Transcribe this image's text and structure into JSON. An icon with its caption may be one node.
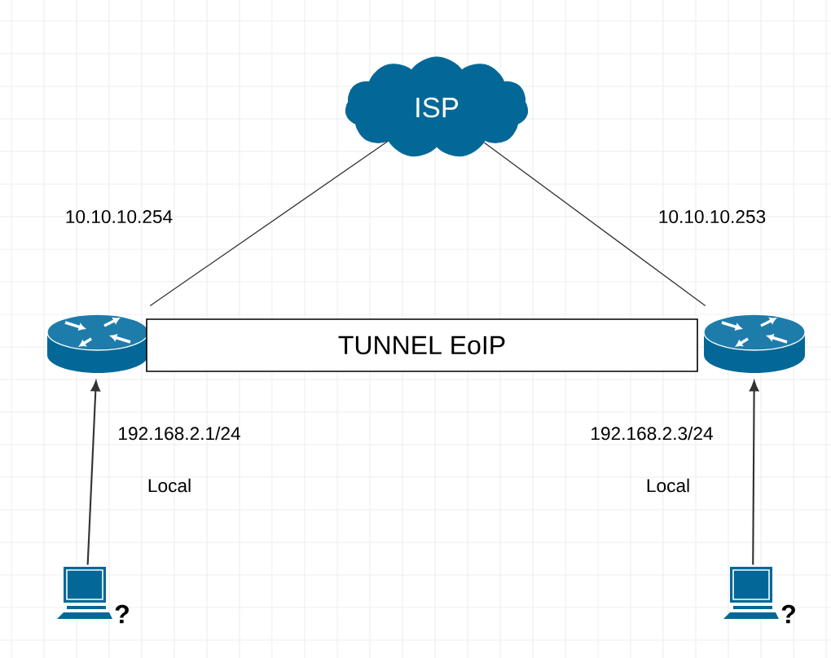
{
  "diagram": {
    "nodes": [
      {
        "text": [
          "ISP"
        ]
      },
      {
        "text": [],
        "shape": "router"
      },
      {
        "text": [
          "TUNNEL EoIP"
        ]
      },
      {
        "text": [],
        "shape": "router"
      },
      {
        "text": [],
        "shape": "computer",
        "beside": [
          "?"
        ]
      },
      {
        "text": [],
        "shape": "computer",
        "beside": [
          "?"
        ]
      }
    ],
    "edges": [
      {
        "from": 0,
        "to": 1,
        "arrow": "none"
      },
      {
        "from": 0,
        "to": 3,
        "arrow": "none"
      },
      {
        "from": 4,
        "to": 1,
        "arrow": "to"
      },
      {
        "from": 5,
        "to": 3,
        "arrow": "to"
      }
    ],
    "labels": [
      "10.10.10.254",
      "10.10.10.253",
      "192.168.2.1/24",
      "Local",
      "192.168.2.3/24",
      "Local"
    ]
  }
}
